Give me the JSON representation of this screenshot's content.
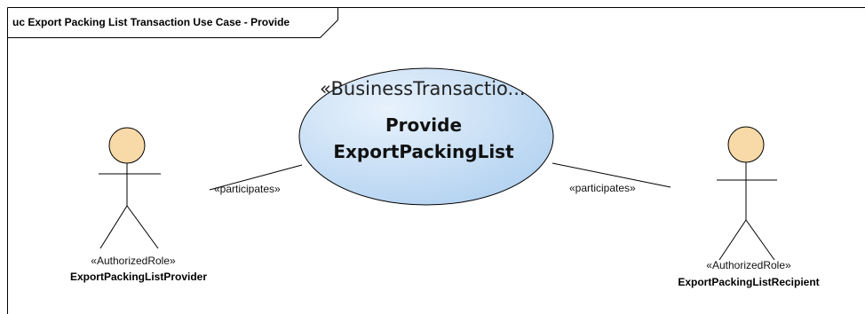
{
  "diagram": {
    "frame_title": "uc Export Packing List Transaction Use Case - Provide"
  },
  "use_case": {
    "stereotype": "«BusinessTransactio...",
    "name_line1": "Provide",
    "name_line2": "ExportPackingList"
  },
  "actors": {
    "provider": {
      "stereotype": "«AuthorizedRole»",
      "name": "ExportPackingListProvider"
    },
    "recipient": {
      "stereotype": "«AuthorizedRole»",
      "name": "ExportPackingListRecipient"
    }
  },
  "connectors": {
    "left_label": "«participates»",
    "right_label": "«participates»"
  },
  "colors": {
    "actor_head_fill": "#f8d9a8",
    "usecase_fill_light": "#e8f2fc",
    "usecase_fill_dark": "#b5d3f1"
  }
}
